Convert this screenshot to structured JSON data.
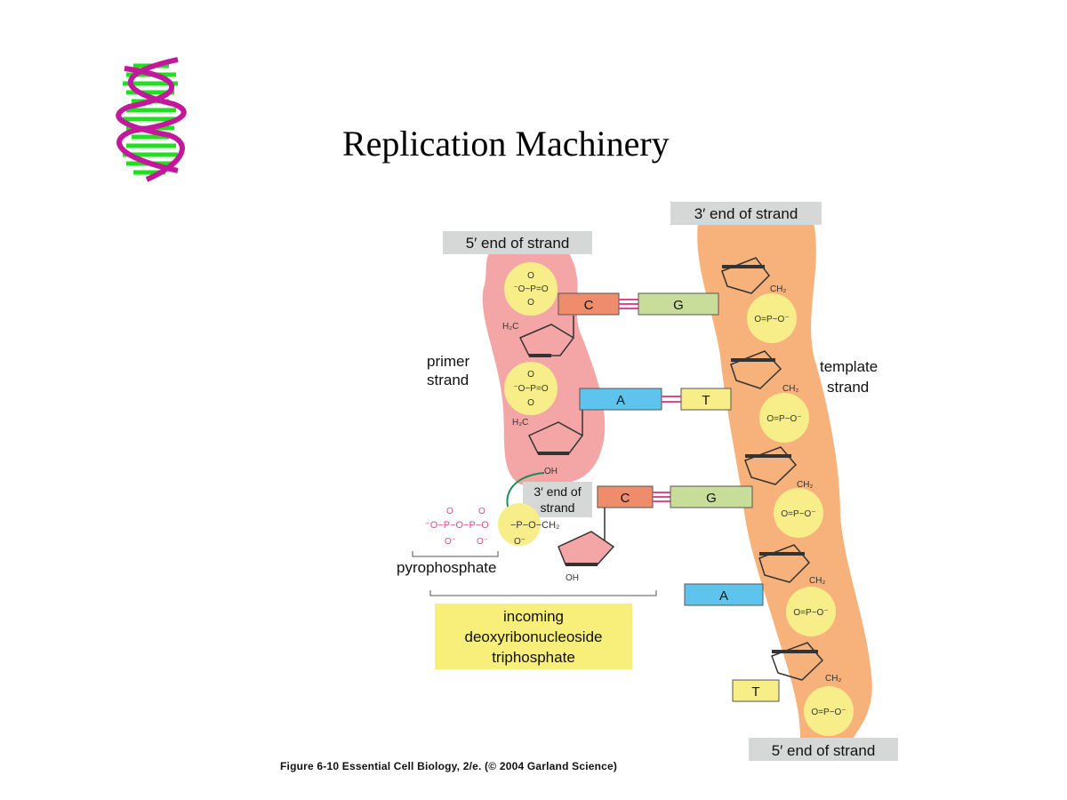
{
  "slide": {
    "title": "Replication Machinery"
  },
  "figure": {
    "labels": {
      "template_3prime": "3′ end of strand",
      "primer_5prime": "5′ end of strand",
      "primer_3prime_line1": "3′ end of",
      "primer_3prime_line2": "strand",
      "template_5prime": "5′ end of strand",
      "primer_strand_line1": "primer",
      "primer_strand_line2": "strand",
      "template_strand_line1": "template",
      "template_strand_line2": "strand",
      "pyrophosphate": "pyrophosphate",
      "incoming_line1": "incoming",
      "incoming_line2": "deoxyribonucleoside",
      "incoming_line3": "triphosphate"
    },
    "base_pairs": [
      {
        "left": "C",
        "right": "G"
      },
      {
        "left": "A",
        "right": "T"
      },
      {
        "left": "C",
        "right": "G"
      }
    ],
    "unpaired_bases": [
      "A",
      "T"
    ],
    "chem": {
      "phosphate": "O=P−O⁻",
      "phosphate_left": "⁻O−P=O",
      "oxygen": "O",
      "oh": "OH",
      "ch2": "CH₂",
      "h2c": "H₂C",
      "pyro_chain": "⁻O−P−O−P−O",
      "o_minus": "O⁻",
      "incoming_chain": "−P−O−CH₂"
    },
    "colors": {
      "primer_backbone": "#f4a6a6",
      "template_backbone": "#f6b27a",
      "phosphate_circle": "#f7ee8a",
      "base_C": "#ef8c6c",
      "base_G": "#c9dd9a",
      "base_A": "#5ec4ee",
      "base_T": "#f7ee8a",
      "label_box": "#d6d8d8",
      "incoming_box": "#f8ef7a",
      "pyrophosphate_color": "#e04a8a",
      "helix_backbone": "#c2189b",
      "helix_rungs": "#22dd22"
    },
    "caption": "Figure 6-10  Essential Cell Biology, 2/e. (© 2004 Garland Science)"
  }
}
